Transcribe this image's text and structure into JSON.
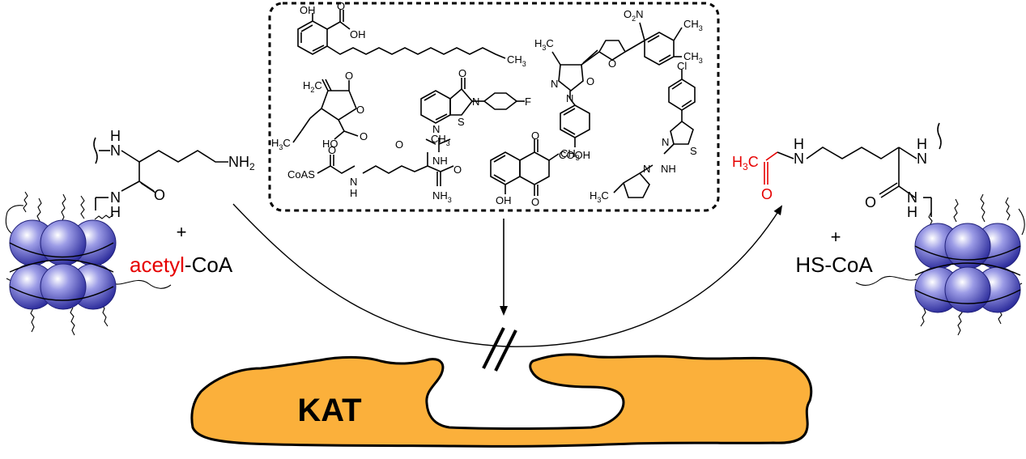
{
  "enzyme": {
    "label": "KAT",
    "fill_color": "#FBB03B"
  },
  "colors": {
    "acetyl_red": "#E60000",
    "nucleosome_blue": "#3838B0"
  },
  "left_side": {
    "nh": "N",
    "h": "H",
    "nh2": "NH",
    "nh2_sub": "2",
    "o": "O",
    "n": "N",
    "plus": "+",
    "acetyl": "acetyl",
    "coa": "-CoA"
  },
  "right_side": {
    "h3c_pre": "H",
    "h3c_sub": "3",
    "h3c_post": "C",
    "o_red": "O",
    "n": "N",
    "h": "H",
    "o": "O",
    "plus": "+",
    "hscoa": "HS-CoA"
  },
  "inhibitors": {
    "oh": "OH",
    "cooh_o": "O",
    "cooh_oh": "OH",
    "ch3": "CH",
    "ch3_sub": "3",
    "h2c_pre": "H",
    "h2c_sub": "2",
    "h2c_post": "C",
    "lactone_o1": "O",
    "lactone_o2": "O",
    "lactone_ho": "HO",
    "lactone_o3": "O",
    "h3c_pre": "H",
    "h3c_sub": "3",
    "h3c_post": "C",
    "ebs_o": "O",
    "ebs_n": "N",
    "ebs_n2": "N",
    "ebs_s": "S",
    "ebs_f": "F",
    "coas": "CoAS",
    "bis_o1": "O",
    "bis_n": "N",
    "bis_h": "H",
    "bis_ch3": "CH",
    "bis_o2": "O",
    "bis_nh": "NH",
    "bis_o3": "O",
    "bis_nh2": "NH",
    "plb_o1": "O",
    "plb_ch3": "CH",
    "plb_oh": "OH",
    "plb_o2": "O",
    "c646_no2": "O",
    "c646_no2b": "N",
    "c646_ch3a": "CH",
    "c646_ch3b": "CH",
    "c646_h3c": "H",
    "c646_n1": "N",
    "c646_n2": "N",
    "c646_o": "O",
    "c646_ofur": "O",
    "c646_cooh": "COOH",
    "thz_cl": "Cl",
    "thz_n": "N",
    "thz_s": "S",
    "thz_n1": "N",
    "thz_nh": "NH",
    "thz_h3c": "H",
    "thz_c": "C"
  }
}
